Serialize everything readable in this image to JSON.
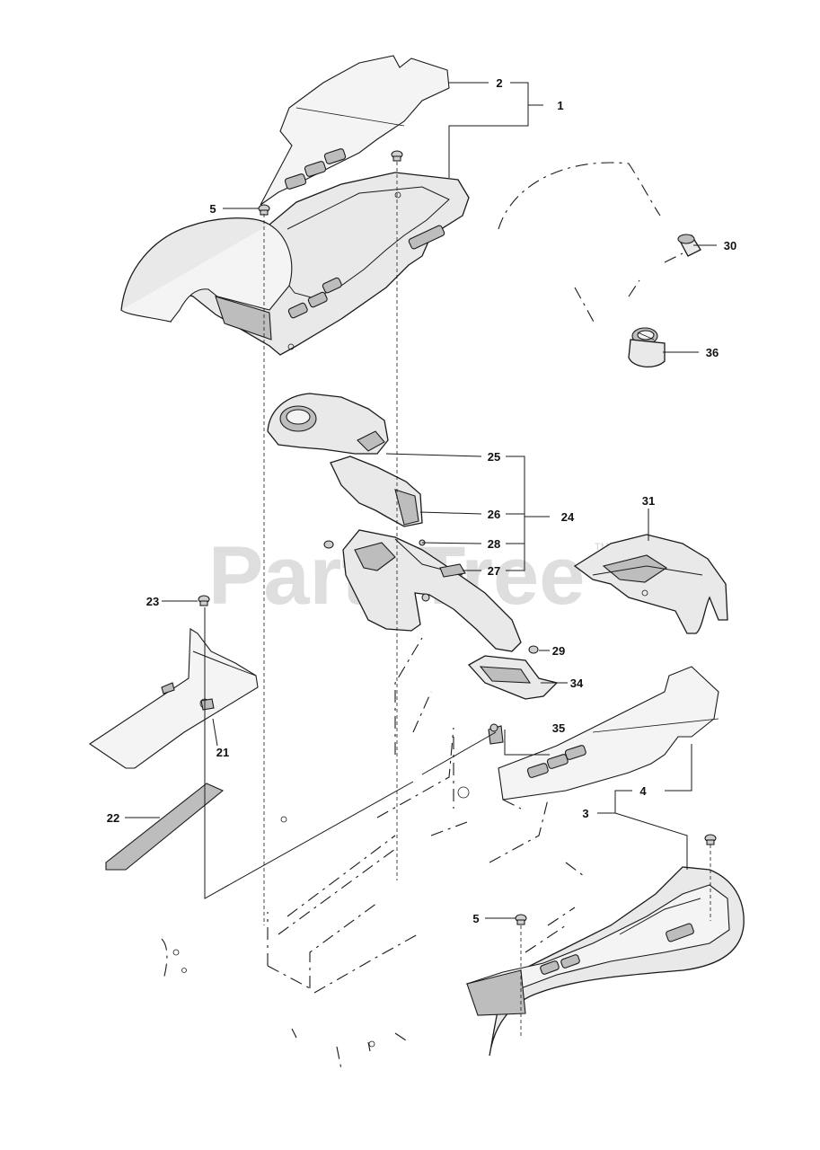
{
  "watermark": {
    "text": "PartsTree",
    "tm": "TM"
  },
  "callouts": [
    {
      "id": "c2",
      "text": "2"
    },
    {
      "id": "c1",
      "text": "1"
    },
    {
      "id": "c5a",
      "text": "5"
    },
    {
      "id": "c30",
      "text": "30"
    },
    {
      "id": "c36",
      "text": "36"
    },
    {
      "id": "c25",
      "text": "25"
    },
    {
      "id": "c26",
      "text": "26"
    },
    {
      "id": "c24",
      "text": "24"
    },
    {
      "id": "c28",
      "text": "28"
    },
    {
      "id": "c27",
      "text": "27"
    },
    {
      "id": "c31",
      "text": "31"
    },
    {
      "id": "c23",
      "text": "23"
    },
    {
      "id": "c29",
      "text": "29"
    },
    {
      "id": "c34",
      "text": "34"
    },
    {
      "id": "c35",
      "text": "35"
    },
    {
      "id": "c21",
      "text": "21"
    },
    {
      "id": "c4",
      "text": "4"
    },
    {
      "id": "c3",
      "text": "3"
    },
    {
      "id": "c22",
      "text": "22"
    },
    {
      "id": "c5b",
      "text": "5"
    }
  ]
}
